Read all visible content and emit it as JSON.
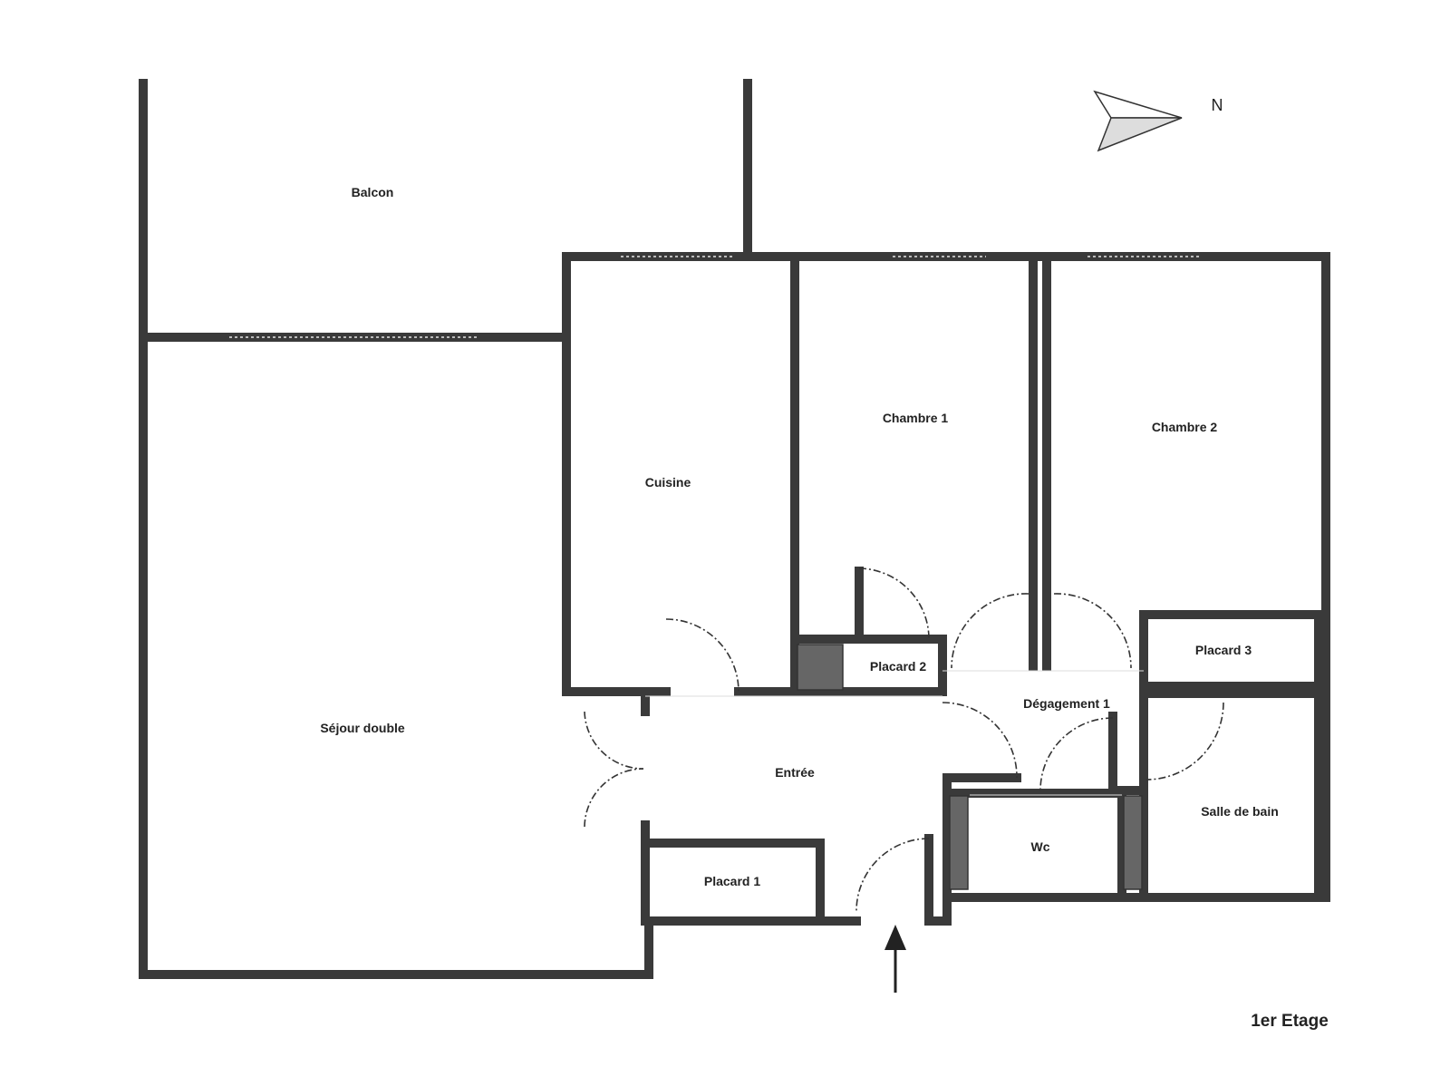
{
  "plan": {
    "floor_label": "1er Etage",
    "north_label": "N",
    "rooms": {
      "balcon": "Balcon",
      "sejour": "Séjour double",
      "cuisine": "Cuisine",
      "chambre1": "Chambre 1",
      "chambre2": "Chambre 2",
      "placard1": "Placard 1",
      "placard2": "Placard 2",
      "placard3": "Placard 3",
      "entree": "Entrée",
      "degagement": "Dégagement 1",
      "wc": "Wc",
      "salle_de_bain": "Salle de bain"
    }
  }
}
